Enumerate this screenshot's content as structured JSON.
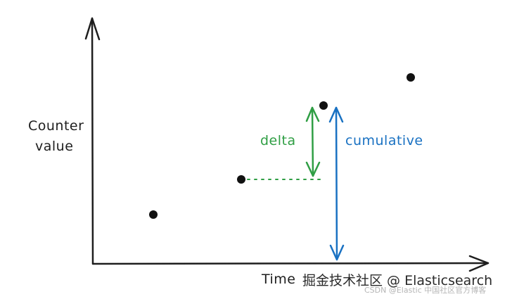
{
  "labels": {
    "y_axis_line1": "Counter",
    "y_axis_line2": "value",
    "x_axis": "Time",
    "delta": "delta",
    "cumulative": "cumulative"
  },
  "colors": {
    "axis": "#1e1e1e",
    "point": "#111111",
    "delta": "#2f9e44",
    "cumulative": "#1971c2"
  },
  "watermark": {
    "main": "掘金技术社区 @ Elasticsearch",
    "sub": "CSDN @Elastic 中国社区官方博客"
  }
}
